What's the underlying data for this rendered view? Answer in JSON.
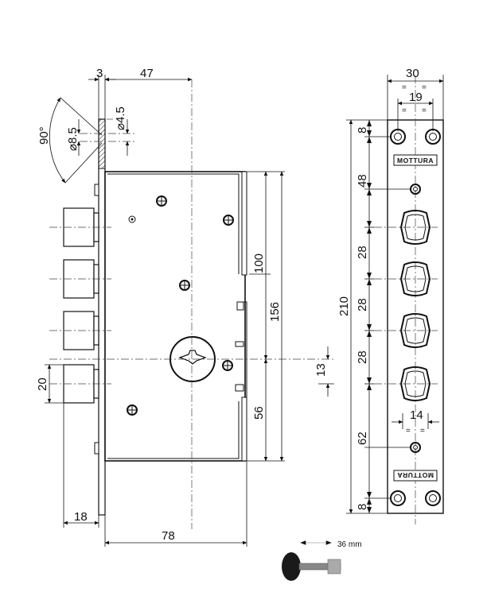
{
  "dimensions": {
    "plate_thickness": "3",
    "backset": "47",
    "angle": "90°",
    "hole_large": "⌀8.5",
    "hole_small": "⌀4.5",
    "case_height": "100",
    "bolt_span": "156",
    "cylinder_offset": "13",
    "lower_case": "56",
    "bolt_height": "20",
    "bolt_projection": "18",
    "case_depth": "78",
    "total_height": "210",
    "faceplate_width": "30",
    "hole_spacing_top": "19",
    "hole_spacing_bottom": "14",
    "edge_top": "8",
    "top_section": "48",
    "bolt_pitch_1": "28",
    "bolt_pitch_2": "28",
    "bolt_pitch_3": "28",
    "bottom_section": "62",
    "edge_bottom": "8"
  },
  "faceplate": {
    "brand_top": "MOTTURA",
    "brand_bottom": "MOTTURA"
  },
  "key": {
    "length_label": "36 mm"
  }
}
